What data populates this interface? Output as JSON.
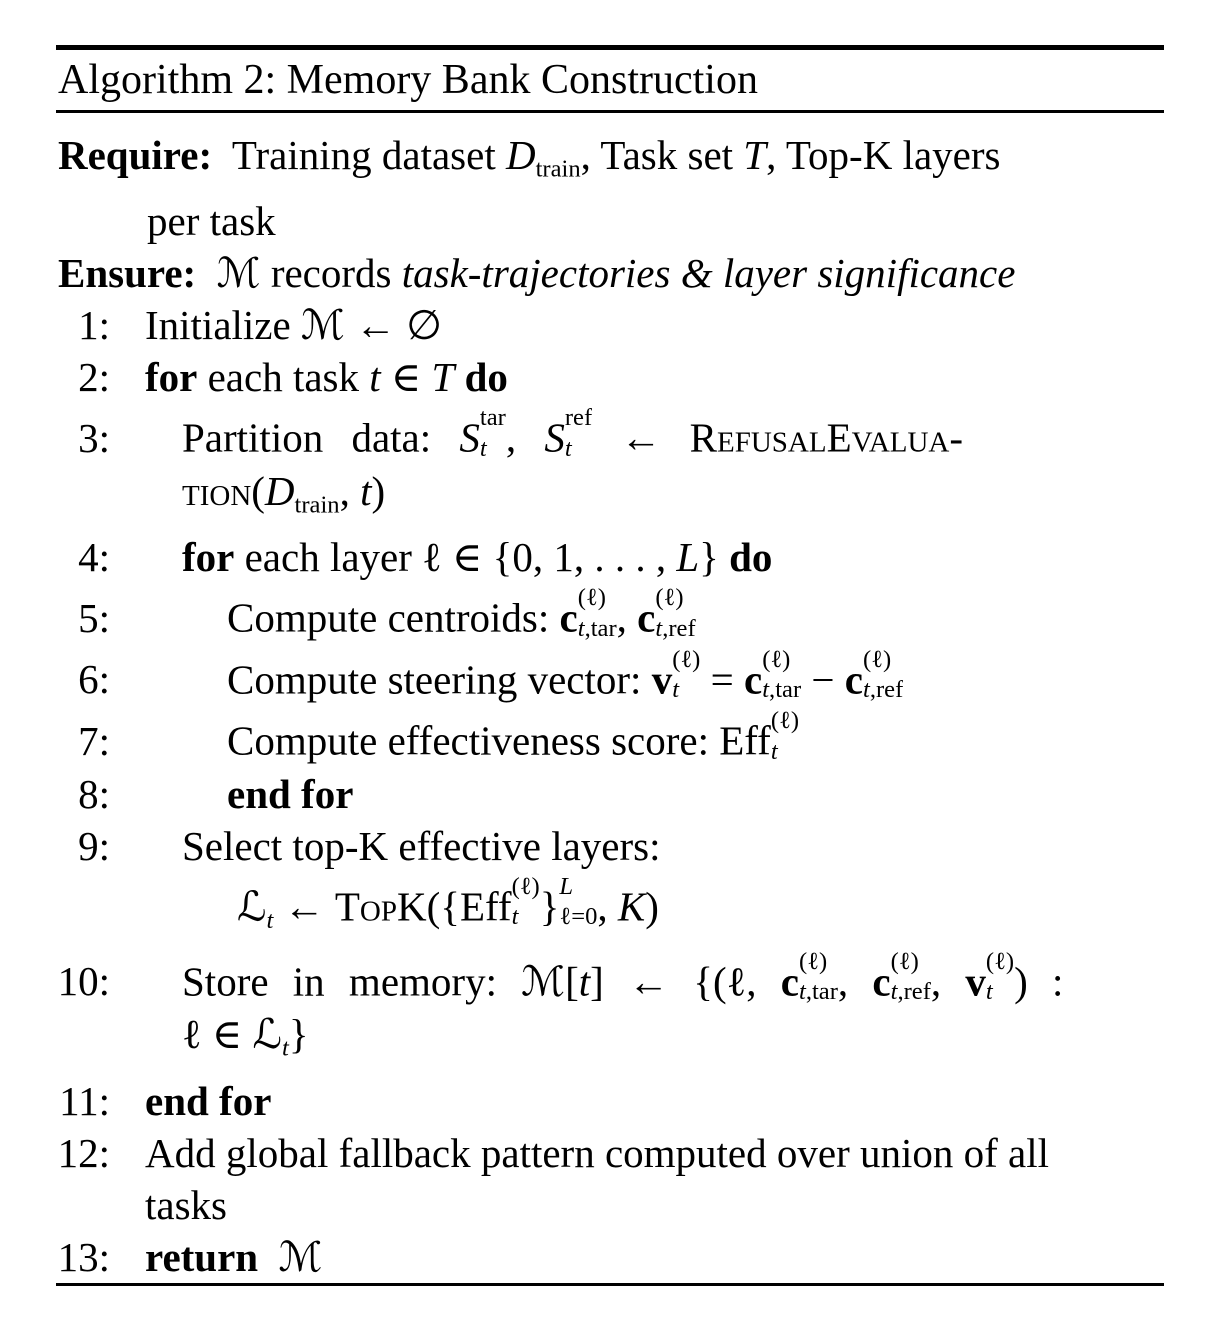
{
  "page": {
    "background": "#ffffff",
    "ink": "#000000"
  },
  "algorithm": {
    "title": "Algorithm 2: Memory Bank Construction",
    "rows": [
      {
        "name": "require-line",
        "full": true,
        "ml": 2,
        "segs": [
          {
            "t": "Require:",
            "s": "b"
          },
          {
            "t": "  "
          },
          {
            "t": "Training dataset "
          },
          {
            "t": "D",
            "s": "cal"
          },
          {
            "sub": [
              {
                "t": "train"
              }
            ]
          },
          {
            "t": ", Task set "
          },
          {
            "t": "T",
            "s": "cal"
          },
          {
            "t": ", Top-K layers"
          }
        ]
      },
      {
        "name": "require-cont",
        "full": true,
        "ml": 91,
        "segs": [
          {
            "t": "per task"
          }
        ]
      },
      {
        "name": "ensure-line",
        "full": true,
        "ml": 2,
        "segs": [
          {
            "t": "Ensure:",
            "s": "b"
          },
          {
            "t": "  "
          },
          {
            "t": "ℳ"
          },
          {
            "t": " records "
          },
          {
            "t": "task-trajectories & layer significance",
            "s": "i"
          }
        ]
      },
      {
        "name": "line-1",
        "num": "1:",
        "ml": 35,
        "segs": [
          {
            "t": "Initialize "
          },
          {
            "t": "ℳ"
          },
          {
            "t": " ← ∅"
          }
        ]
      },
      {
        "name": "line-2",
        "num": "2:",
        "ml": 35,
        "segs": [
          {
            "t": "for",
            "s": "b"
          },
          {
            "t": " each task "
          },
          {
            "t": "t",
            "s": "i"
          },
          {
            "t": " ∈ "
          },
          {
            "t": "T",
            "s": "cal"
          },
          {
            "t": " "
          },
          {
            "t": "do",
            "s": "b"
          }
        ]
      },
      {
        "name": "line-3",
        "num": "3:",
        "ml": 72,
        "ws": 18,
        "segs": [
          {
            "t": "Partition data: "
          },
          {
            "t": "S",
            "s": "cal"
          },
          {
            "sup": [
              {
                "t": "tar"
              }
            ],
            "sub": [
              {
                "t": "t",
                "s": "i"
              }
            ]
          },
          {
            "t": ", "
          },
          {
            "t": "S",
            "s": "cal"
          },
          {
            "sup": [
              {
                "t": "ref"
              }
            ],
            "sub": [
              {
                "t": "t",
                "s": "i"
              }
            ]
          },
          {
            "t": " ← "
          },
          {
            "t": "RefusalEvalua-",
            "s": "sc"
          }
        ]
      },
      {
        "name": "line-3-cont",
        "num": "",
        "ml": 72,
        "segs": [
          {
            "t": "tion",
            "s": "sc"
          },
          {
            "t": "("
          },
          {
            "t": "D",
            "s": "cal"
          },
          {
            "sub": [
              {
                "t": "train"
              }
            ]
          },
          {
            "t": ", "
          },
          {
            "t": "t",
            "s": "i"
          },
          {
            "t": ")"
          }
        ]
      },
      {
        "name": "line-4",
        "num": "4:",
        "ml": 72,
        "segs": [
          {
            "t": "for",
            "s": "b"
          },
          {
            "t": " each layer "
          },
          {
            "t": "ℓ ∈ {0, 1, . . . , "
          },
          {
            "t": "L",
            "s": "i"
          },
          {
            "t": "} "
          },
          {
            "t": "do",
            "s": "b"
          }
        ]
      },
      {
        "name": "line-5",
        "num": "5:",
        "ml": 117,
        "segs": [
          {
            "t": "Compute centroids: "
          },
          {
            "t": "c",
            "s": "b"
          },
          {
            "sup": [
              {
                "t": "(ℓ)"
              }
            ],
            "sub": [
              {
                "t": "t",
                "s": "i"
              },
              {
                "t": ",tar"
              }
            ]
          },
          {
            "t": ", "
          },
          {
            "t": "c",
            "s": "b"
          },
          {
            "sup": [
              {
                "t": "(ℓ)"
              }
            ],
            "sub": [
              {
                "t": "t",
                "s": "i"
              },
              {
                "t": ",ref"
              }
            ]
          }
        ]
      },
      {
        "name": "line-6",
        "num": "6:",
        "ml": 117,
        "segs": [
          {
            "t": "Compute steering vector: "
          },
          {
            "t": "v",
            "s": "b"
          },
          {
            "sup": [
              {
                "t": "(ℓ)"
              }
            ],
            "sub": [
              {
                "t": "t",
                "s": "i"
              }
            ]
          },
          {
            "t": " = "
          },
          {
            "t": "c",
            "s": "b"
          },
          {
            "sup": [
              {
                "t": "(ℓ)"
              }
            ],
            "sub": [
              {
                "t": "t",
                "s": "i"
              },
              {
                "t": ",tar"
              }
            ]
          },
          {
            "t": " − "
          },
          {
            "t": "c",
            "s": "b"
          },
          {
            "sup": [
              {
                "t": "(ℓ)"
              }
            ],
            "sub": [
              {
                "t": "t",
                "s": "i"
              },
              {
                "t": ",ref"
              }
            ]
          }
        ]
      },
      {
        "name": "line-7",
        "num": "7:",
        "ml": 117,
        "segs": [
          {
            "t": "Compute effectiveness score: Eff"
          },
          {
            "sup": [
              {
                "t": "(ℓ)"
              }
            ],
            "sub": [
              {
                "t": "t",
                "s": "i"
              }
            ]
          }
        ]
      },
      {
        "name": "line-8",
        "num": "8:",
        "ml": 117,
        "segs": [
          {
            "t": "end for",
            "s": "b"
          }
        ]
      },
      {
        "name": "line-9",
        "num": "9:",
        "ml": 72,
        "segs": [
          {
            "t": "Select top-K effective layers:"
          }
        ]
      },
      {
        "name": "line-9-cont",
        "num": "",
        "ml": 127,
        "segs": [
          {
            "t": "ℒ"
          },
          {
            "sub": [
              {
                "t": "t",
                "s": "i"
              }
            ]
          },
          {
            "t": " ← "
          },
          {
            "t": "TopK",
            "s": "sc"
          },
          {
            "t": "({Eff"
          },
          {
            "sup": [
              {
                "t": "(ℓ)"
              }
            ],
            "sub": [
              {
                "t": "t",
                "s": "i"
              }
            ]
          },
          {
            "t": "}"
          },
          {
            "sup": [
              {
                "t": "L",
                "s": "i"
              }
            ],
            "sub": [
              {
                "t": "ℓ=0"
              }
            ]
          },
          {
            "t": ", "
          },
          {
            "t": "K",
            "s": "i"
          },
          {
            "t": ")"
          }
        ]
      },
      {
        "name": "line-10",
        "num": "10:",
        "ml": 72,
        "ws": 14,
        "segs": [
          {
            "t": "Store in memory: "
          },
          {
            "t": "ℳ"
          },
          {
            "t": "["
          },
          {
            "t": "t",
            "s": "i"
          },
          {
            "t": "] ← {("
          },
          {
            "t": "ℓ"
          },
          {
            "t": ", "
          },
          {
            "t": "c",
            "s": "b"
          },
          {
            "sup": [
              {
                "t": "(ℓ)"
              }
            ],
            "sub": [
              {
                "t": "t",
                "s": "i"
              },
              {
                "t": ",tar"
              }
            ]
          },
          {
            "t": ", "
          },
          {
            "t": "c",
            "s": "b"
          },
          {
            "sup": [
              {
                "t": "(ℓ)"
              }
            ],
            "sub": [
              {
                "t": "t",
                "s": "i"
              },
              {
                "t": ",ref"
              }
            ]
          },
          {
            "t": ", "
          },
          {
            "t": "v",
            "s": "b"
          },
          {
            "sup": [
              {
                "t": "(ℓ)"
              }
            ],
            "sub": [
              {
                "t": "t",
                "s": "i"
              }
            ]
          },
          {
            "t": ") :"
          }
        ]
      },
      {
        "name": "line-10-cont",
        "num": "",
        "ml": 72,
        "segs": [
          {
            "t": "ℓ ∈ "
          },
          {
            "t": "ℒ"
          },
          {
            "sub": [
              {
                "t": "t",
                "s": "i"
              }
            ]
          },
          {
            "t": "}"
          }
        ]
      },
      {
        "name": "line-11",
        "num": "11:",
        "ml": 35,
        "segs": [
          {
            "t": "end for",
            "s": "b"
          }
        ]
      },
      {
        "name": "line-12",
        "num": "12:",
        "ml": 35,
        "segs": [
          {
            "t": "Add global fallback pattern computed over union of all"
          }
        ]
      },
      {
        "name": "line-12-cont",
        "num": "",
        "ml": 35,
        "segs": [
          {
            "t": "tasks"
          }
        ]
      },
      {
        "name": "line-13",
        "num": "13:",
        "ml": 35,
        "segs": [
          {
            "t": "return",
            "s": "b"
          },
          {
            "t": "  "
          },
          {
            "t": "ℳ"
          }
        ]
      }
    ]
  }
}
